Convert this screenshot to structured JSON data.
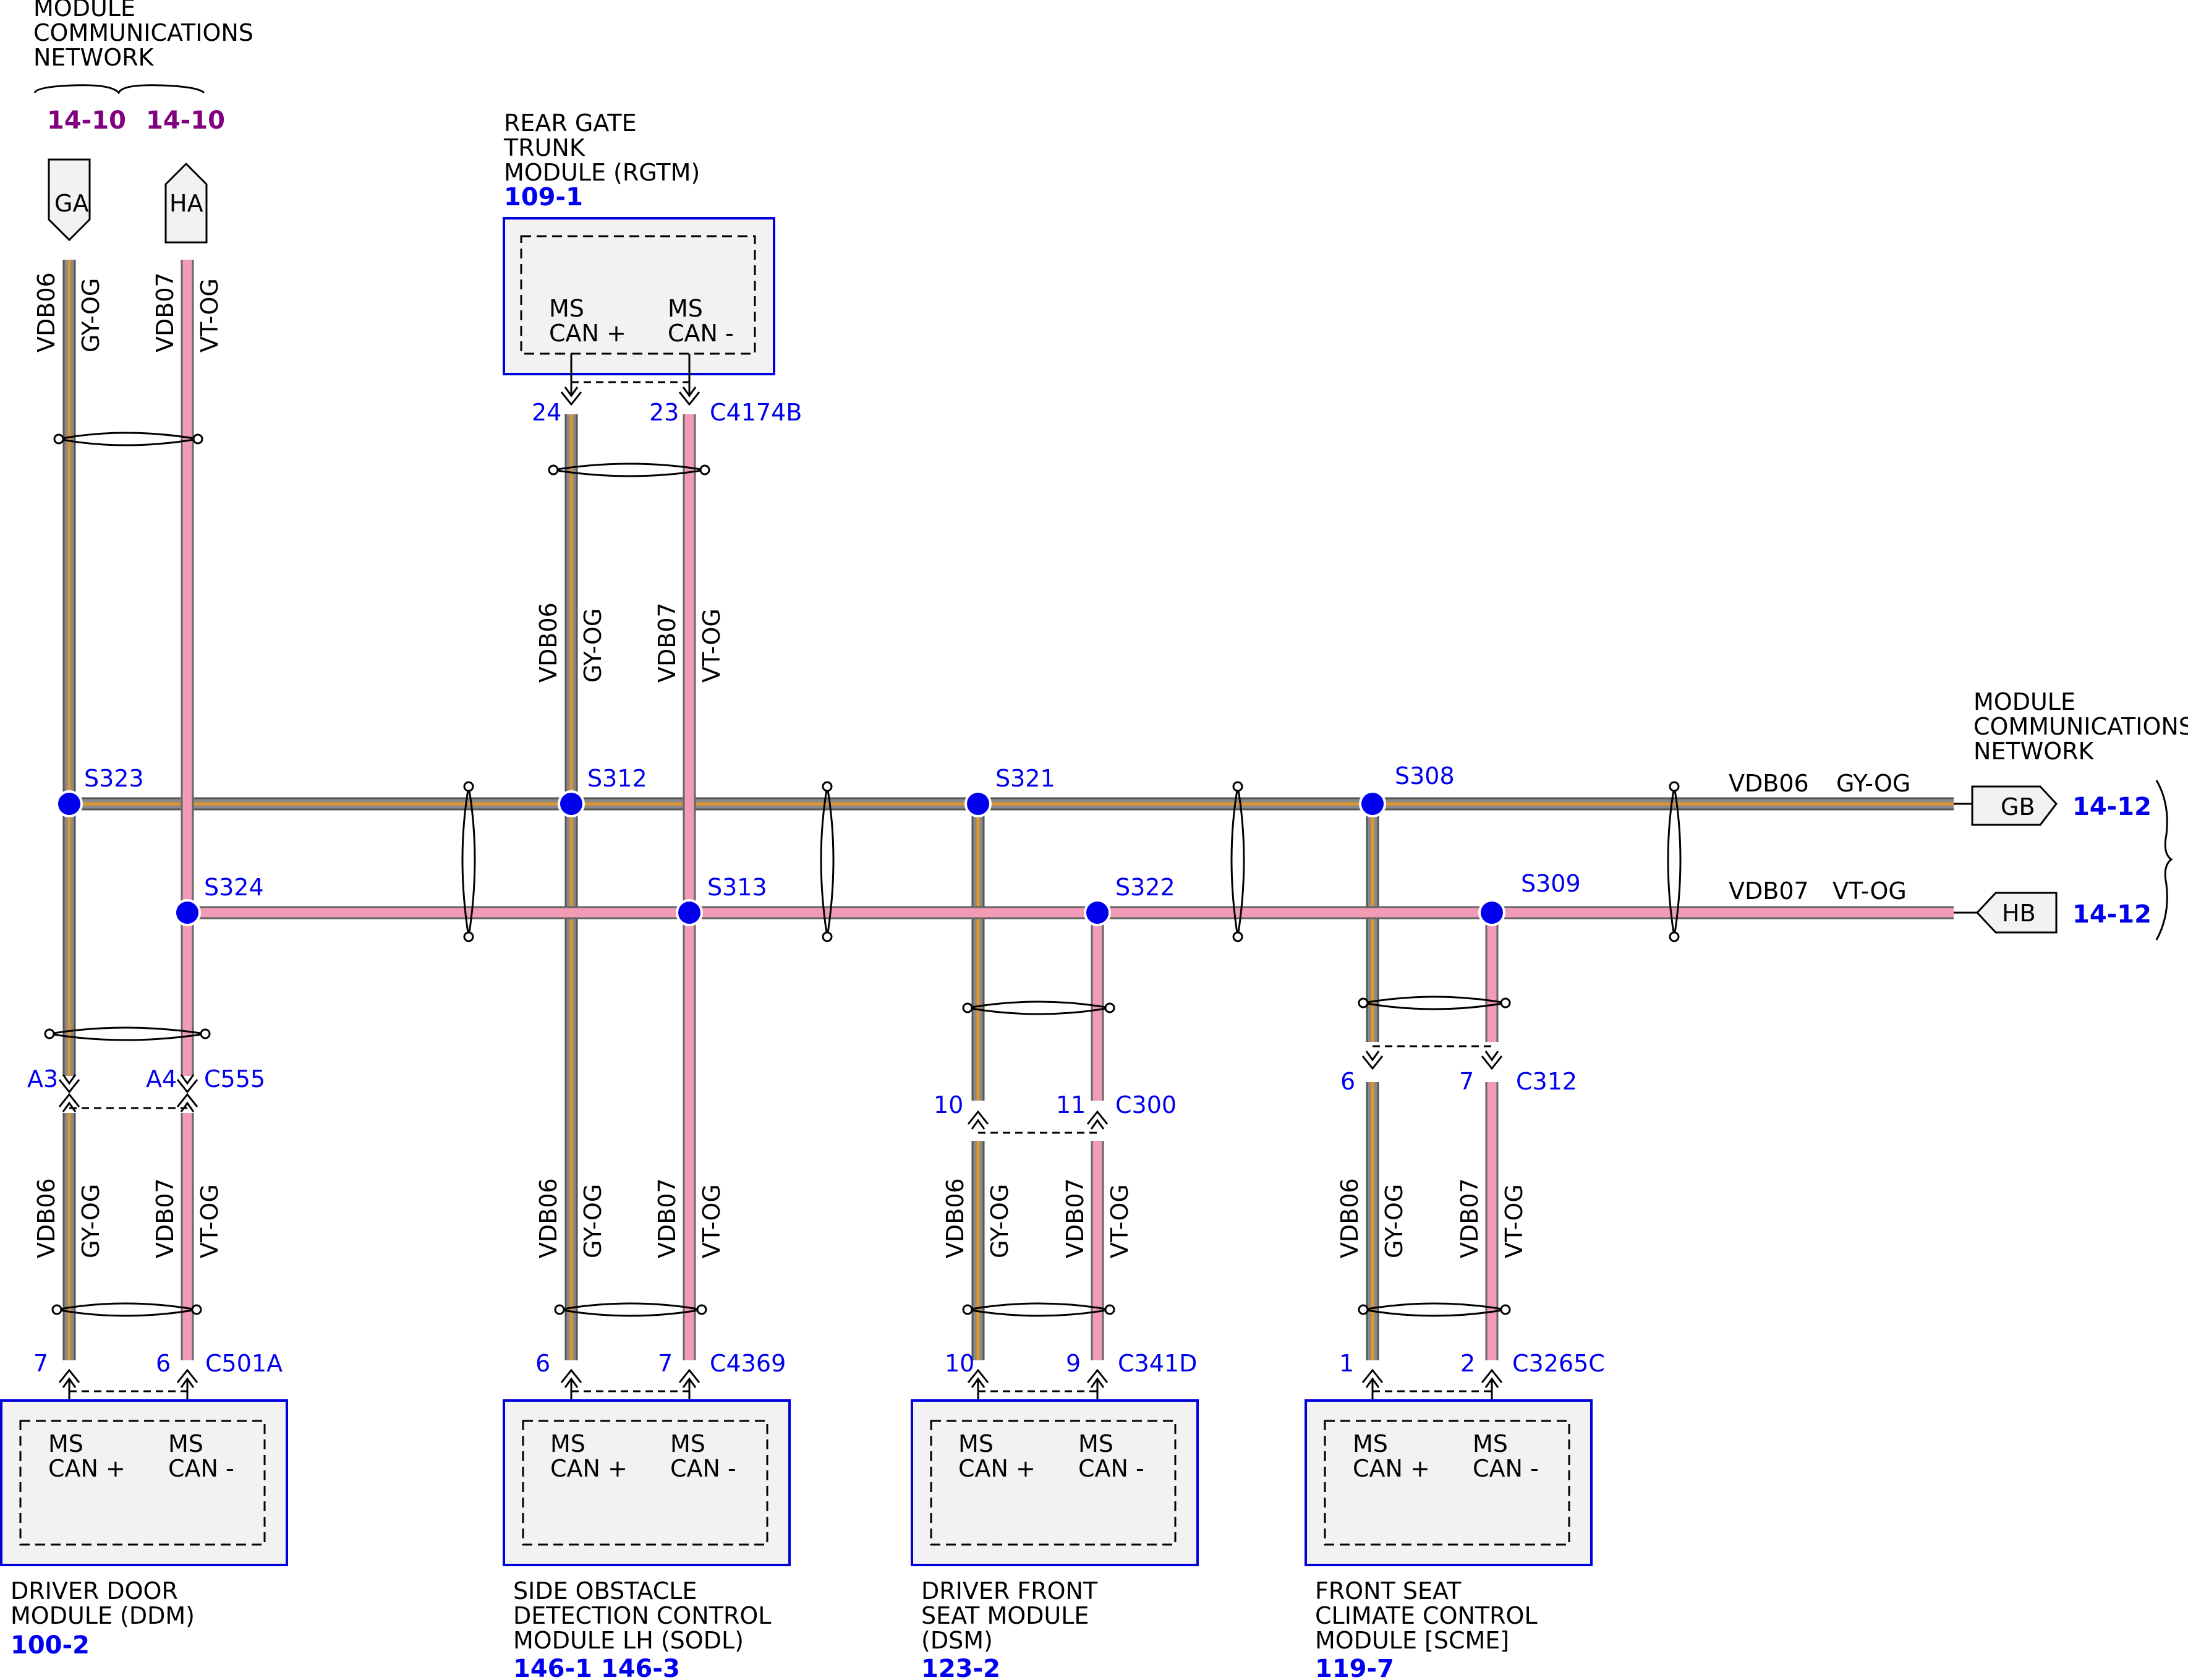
{
  "network_top": {
    "title_lines": [
      "MODULE",
      "COMMUNICATIONS",
      "NETWORK"
    ],
    "ref_ga": "14-10",
    "ref_ha": "14-10",
    "tag_ga": "GA",
    "tag_ha": "HA"
  },
  "network_right": {
    "title_lines": [
      "MODULE",
      "COMMUNICATIONS",
      "NETWORK"
    ],
    "tag_gb": "GB",
    "tag_hb": "HB",
    "ref_gb": "14-12",
    "ref_hb": "14-12"
  },
  "wire": {
    "can_plus_circuit": "VDB06",
    "can_plus_color": "GY-OG",
    "can_minus_circuit": "VDB07",
    "can_minus_color": "VT-OG"
  },
  "splices": [
    "S323",
    "S312",
    "S321",
    "S308",
    "S324",
    "S313",
    "S322",
    "S309"
  ],
  "rgtm": {
    "name_lines": [
      "REAR GATE",
      "TRUNK",
      "MODULE (RGTM)"
    ],
    "ref": "109-1",
    "pin_plus": "24",
    "pin_minus": "23",
    "connector": "C4174B",
    "label_plus": [
      "MS",
      "CAN +"
    ],
    "label_minus": [
      "MS",
      "CAN -"
    ]
  },
  "ddm": {
    "name_lines": [
      "DRIVER DOOR",
      "MODULE (DDM)"
    ],
    "ref": "100-2",
    "pin_plus": "7",
    "pin_minus": "6",
    "connector": "C501A",
    "inline_pin_plus": "A3",
    "inline_pin_minus": "A4",
    "inline_connector": "C555",
    "label_plus": [
      "MS",
      "CAN +"
    ],
    "label_minus": [
      "MS",
      "CAN -"
    ]
  },
  "sodl": {
    "name_lines": [
      "SIDE OBSTACLE",
      "DETECTION CONTROL",
      "MODULE LH (SODL)"
    ],
    "ref": "146-1 146-3",
    "pin_plus": "6",
    "pin_minus": "7",
    "connector": "C4369",
    "label_plus": [
      "MS",
      "CAN +"
    ],
    "label_minus": [
      "MS",
      "CAN -"
    ]
  },
  "dsm": {
    "name_lines": [
      "DRIVER FRONT",
      "SEAT MODULE",
      "(DSM)"
    ],
    "ref": "123-2",
    "pin_plus": "10",
    "pin_minus": "9",
    "connector": "C341D",
    "inline_pin_plus": "10",
    "inline_pin_minus": "11",
    "inline_connector": "C300",
    "label_plus": [
      "MS",
      "CAN +"
    ],
    "label_minus": [
      "MS",
      "CAN -"
    ]
  },
  "scme": {
    "name_lines": [
      "FRONT SEAT",
      "CLIMATE CONTROL",
      "MODULE [SCME]"
    ],
    "ref": "119-7",
    "pin_plus": "1",
    "pin_minus": "2",
    "connector": "C3265C",
    "inline_pin_plus": "6",
    "inline_pin_minus": "7",
    "inline_connector": "C312",
    "label_plus": [
      "MS",
      "CAN +"
    ],
    "label_minus": [
      "MS",
      "CAN -"
    ]
  }
}
